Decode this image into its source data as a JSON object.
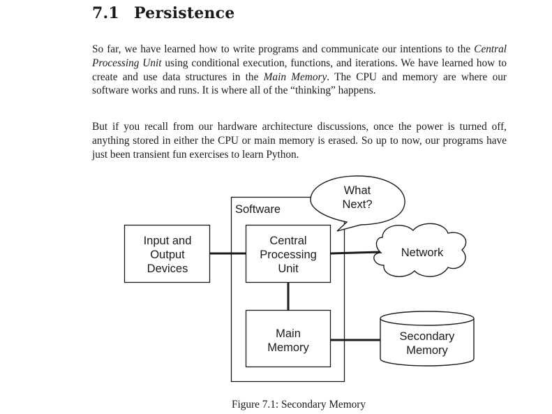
{
  "section": {
    "number": "7.1",
    "title": "Persistence"
  },
  "paragraph1": {
    "part1": "So far, we have learned how to write programs and communicate our intentions to the ",
    "term_cpu": "Central Processing Unit",
    "part2": " using conditional execution, functions, and iterations. We have learned how to create and use data structures in the ",
    "term_memory": "Main Memory",
    "part3": ". The CPU and memory are where our software works and runs. It is where all of the “thinking” happens."
  },
  "paragraph2": "But if you recall from our hardware architecture discussions, once the power is turned off, anything stored in either the CPU or main memory is erased. So up to now, our programs have just been transient fun exercises to learn Python.",
  "figure": {
    "caption": "Figure 7.1: Secondary Memory",
    "software_label": "Software",
    "bubble": [
      "What",
      "Next?"
    ],
    "io_device": [
      "Input and",
      "Output",
      "Devices"
    ],
    "cpu": [
      "Central",
      "Processing",
      "Unit"
    ],
    "network": "Network",
    "main_memory": [
      "Main",
      "Memory"
    ],
    "secondary_memory": [
      "Secondary",
      "Memory"
    ]
  }
}
